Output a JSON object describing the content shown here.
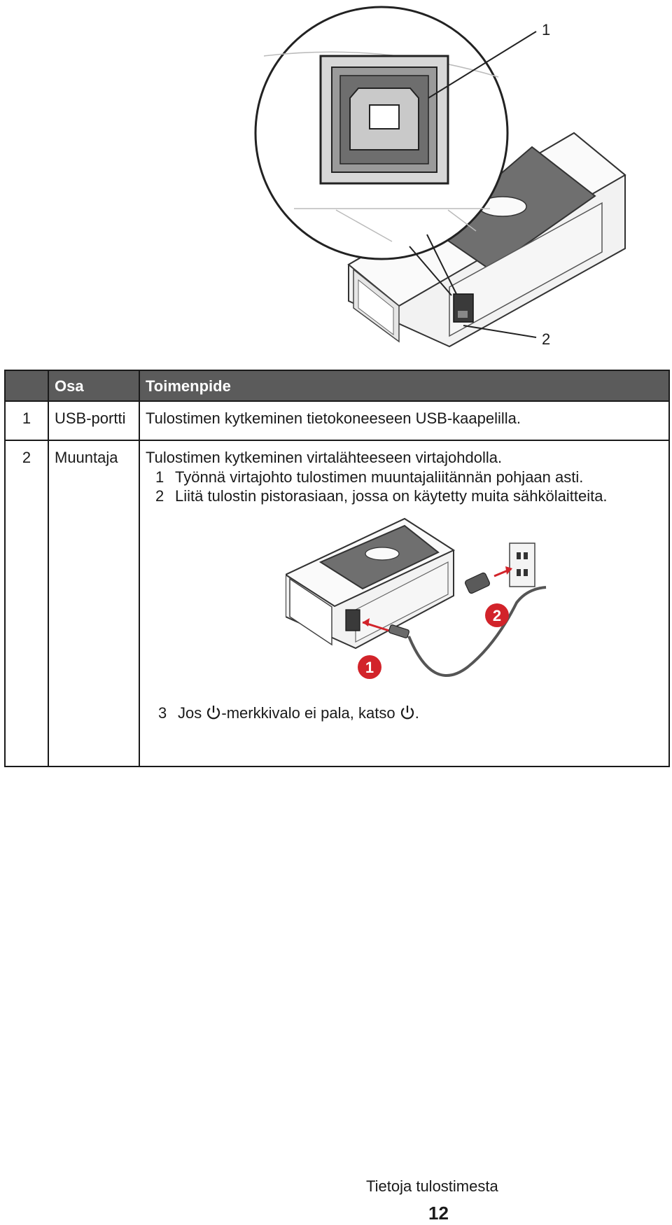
{
  "callouts": {
    "usb_label": "1",
    "power_label": "2"
  },
  "table": {
    "headers": [
      "",
      "Osa",
      "Toimenpide"
    ],
    "rows": [
      {
        "num": "1",
        "part": "USB-portti",
        "action": "Tulostimen kytkeminen tietokoneeseen USB-kaapelilla."
      },
      {
        "num": "2",
        "part": "Muuntaja",
        "action": "Tulostimen kytkeminen virtalähteeseen virtajohdolla.",
        "steps": [
          {
            "n": "1",
            "text": "Työnnä virtajohto tulostimen muuntajaliitännän pohjaan asti."
          },
          {
            "n": "2",
            "text": "Liitä tulostin pistorasiaan, jossa on käytetty muita sähkölaitteita."
          }
        ],
        "figure_badges": [
          "1",
          "2"
        ],
        "step3": {
          "n": "3",
          "pre": "Jos",
          "mid": "-merkkivalo ei pala, katso",
          "post": "."
        }
      }
    ]
  },
  "icons": [
    "usb-port-icon",
    "power-icon"
  ],
  "colors": {
    "header_bg": "#5b5b5b",
    "badge_red": "#d2232a"
  },
  "footer": {
    "section": "Tietoja tulostimesta",
    "page": "12"
  }
}
